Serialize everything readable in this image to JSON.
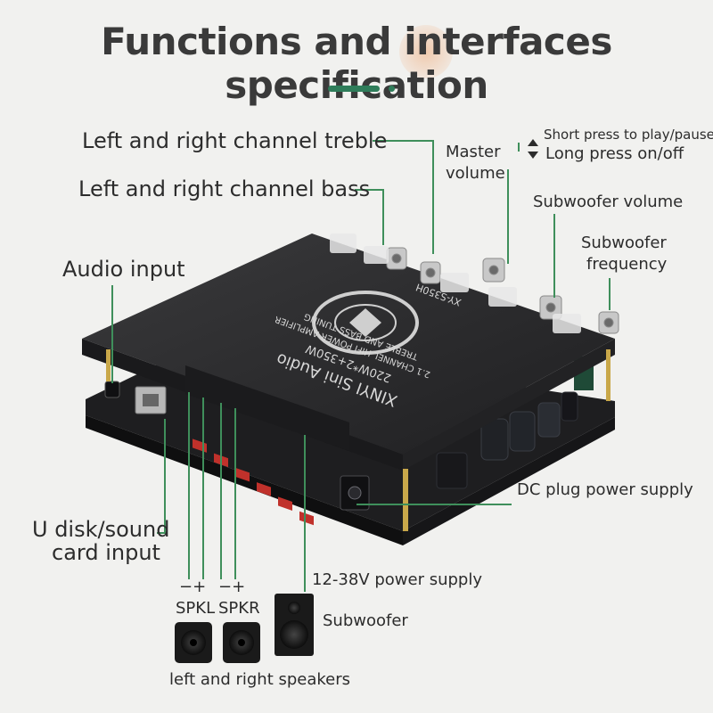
{
  "title": "Functions and interfaces specification",
  "colors": {
    "accent": "#2f7d5a",
    "leader_line": "#3f8f5b",
    "board": "#2b2b2d",
    "text": "#2c2c2c"
  },
  "labels": {
    "treble": "Left and right channel treble",
    "bass": "Left and right channel bass",
    "master_volume_line1": "Master",
    "master_volume_line2": "volume",
    "play_pause": "Short press to play/pause",
    "long_press": "Long press on/off",
    "subwoofer_volume": "Subwoofer volume",
    "subwoofer_frequency_line1": "Subwoofer",
    "subwoofer_frequency_line2": "frequency",
    "audio_input": "Audio input",
    "dc_plug": "DC plug power supply",
    "u_disk_line1": "U disk/sound",
    "u_disk_line2": "card input",
    "power_supply": "12-38V power supply",
    "subwoofer": "Subwoofer",
    "spkl": "SPKL",
    "spkr": "SPKR",
    "polarity": "−+",
    "left_right_speakers": "left and right speakers"
  },
  "board_text": {
    "brand": "XINYI Sini Audio",
    "power": "220W*2+350W",
    "line1": "2.1 CHANNEL HIFI POWER AMPLIFIER",
    "line2": "TREBLE AND BASS TUNING",
    "model": "XY-S350H"
  },
  "icons": [
    "up-arrow-icon",
    "down-arrow-icon"
  ]
}
